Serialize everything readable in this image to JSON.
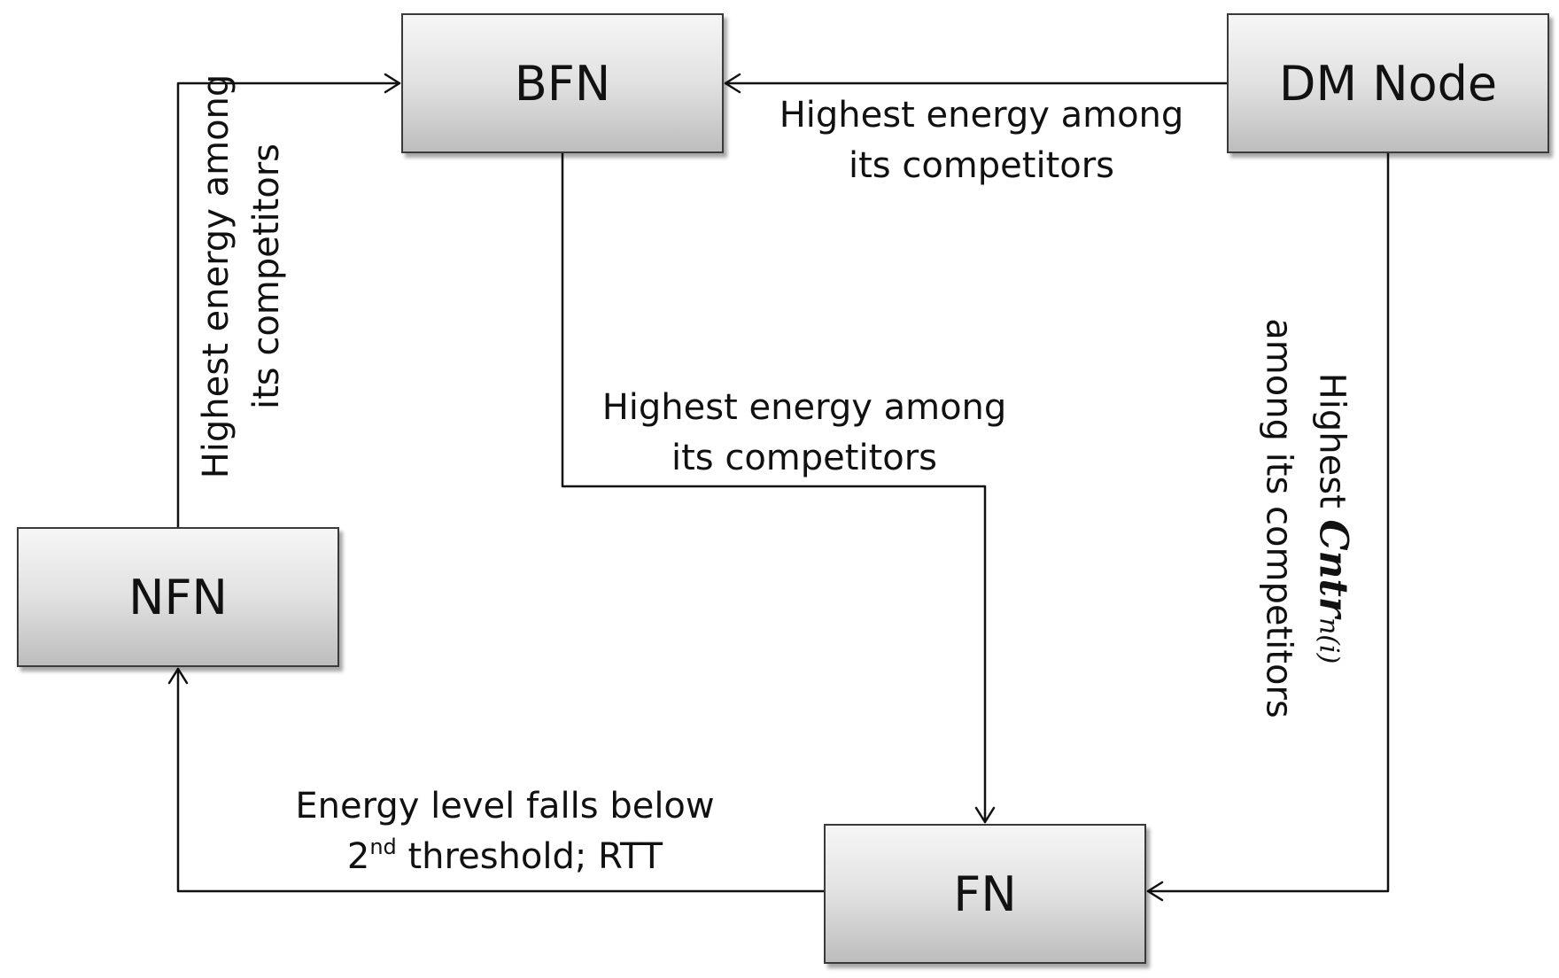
{
  "nodes": {
    "bfn": "BFN",
    "dm": "DM Node",
    "nfn": "NFN",
    "fn": "FN"
  },
  "edges": {
    "dm_to_bfn": {
      "line1": "Highest energy  among",
      "line2": "its competitors"
    },
    "bfn_to_fn": {
      "line1": "Highest energy  among",
      "line2": "its competitors"
    },
    "nfn_to_bfn": {
      "line1": "Highest energy  among",
      "line2": "its competitors"
    },
    "dm_to_fn": {
      "prefix": "Highest ",
      "symbol": "Cntr",
      "subscript": "n(i)",
      "line2": "among its competitors"
    },
    "fn_to_nfn": {
      "line1": "Energy level falls below",
      "ordinal_number": "2",
      "ordinal_suffix": "nd",
      "line2_rest": " threshold; RTT"
    }
  }
}
